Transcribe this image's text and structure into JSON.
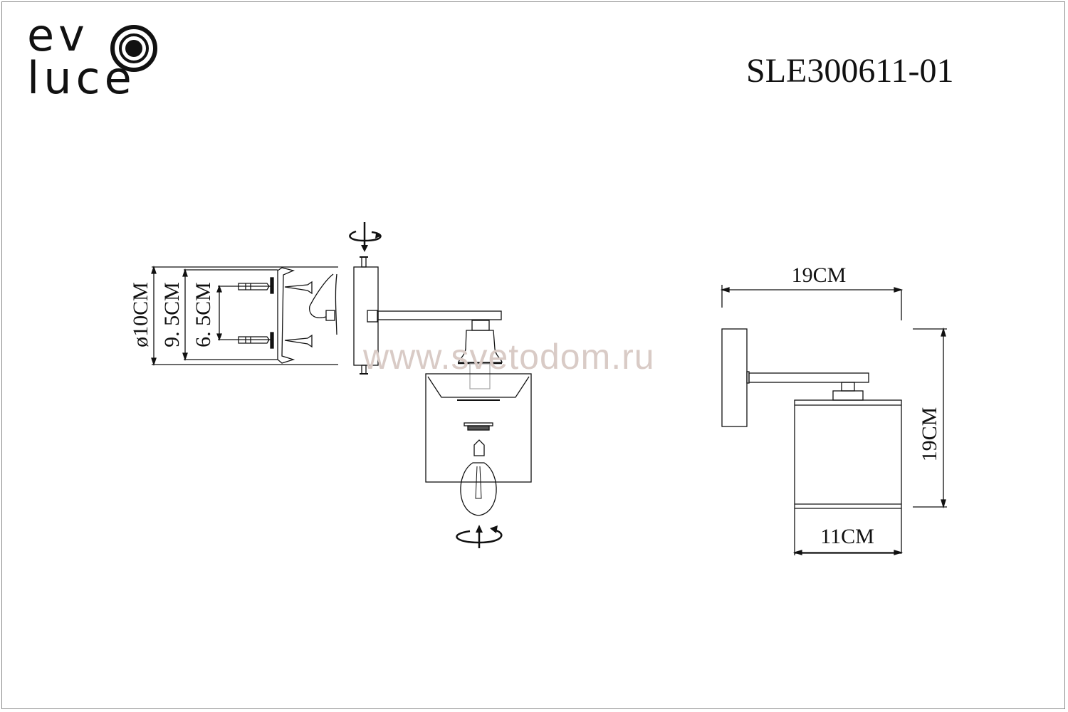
{
  "brand": {
    "logo_line1": "ev",
    "logo_line2": "luce",
    "logo_icon": "concentric-circle-o-icon"
  },
  "header": {
    "model_number": "SLE300611-01"
  },
  "watermark": {
    "text": "www.svetodom.ru",
    "color": "#d9cbc6"
  },
  "installation_diagram": {
    "dimensions": {
      "mount_diameter": "ø10CM",
      "bracket_length": "9. 5CM",
      "hole_spacing": "6. 5CM"
    },
    "icons": [
      "rotate-screw-top-icon",
      "rotate-bulb-bottom-icon",
      "wall-plug-icon",
      "screw-icon",
      "wire-nut-icon",
      "bulb-icon"
    ]
  },
  "dimension_diagram": {
    "width_total": "19CM",
    "height_total": "19CM",
    "shade_width": "11CM"
  },
  "colors": {
    "line": "#111111",
    "frame": "#8a8a8a",
    "background": "#ffffff"
  }
}
